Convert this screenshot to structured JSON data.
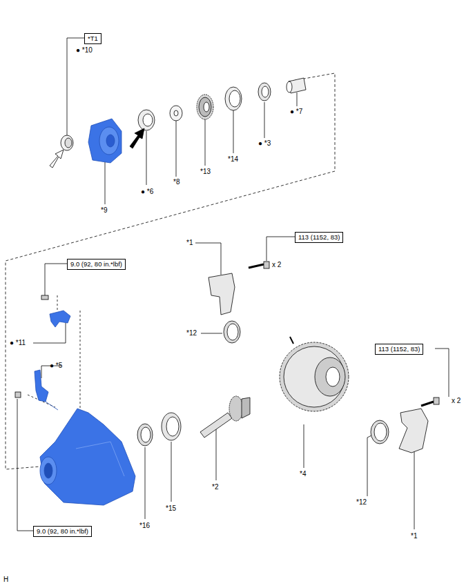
{
  "diagram": {
    "nodes": [
      {
        "text": [
          "*T1"
        ]
      },
      {
        "text": [
          "113 (1152, 83)"
        ]
      },
      {
        "text": [
          "9.0 (92, 80 in.*lbf)"
        ]
      },
      {
        "text": [
          "113 (1152, 83)"
        ]
      },
      {
        "text": [
          "9.0 (92, 80 in.*lbf)"
        ]
      }
    ],
    "labels": [
      "● *10",
      "*9",
      "● *6",
      "*8",
      "*13",
      "*14",
      "● *3",
      "● *7",
      "*1",
      "x 2",
      "*12",
      "● *11",
      "● *5",
      "*16",
      "*15",
      "*2",
      "*4",
      "x 2",
      "*12",
      "*1",
      "H"
    ]
  }
}
